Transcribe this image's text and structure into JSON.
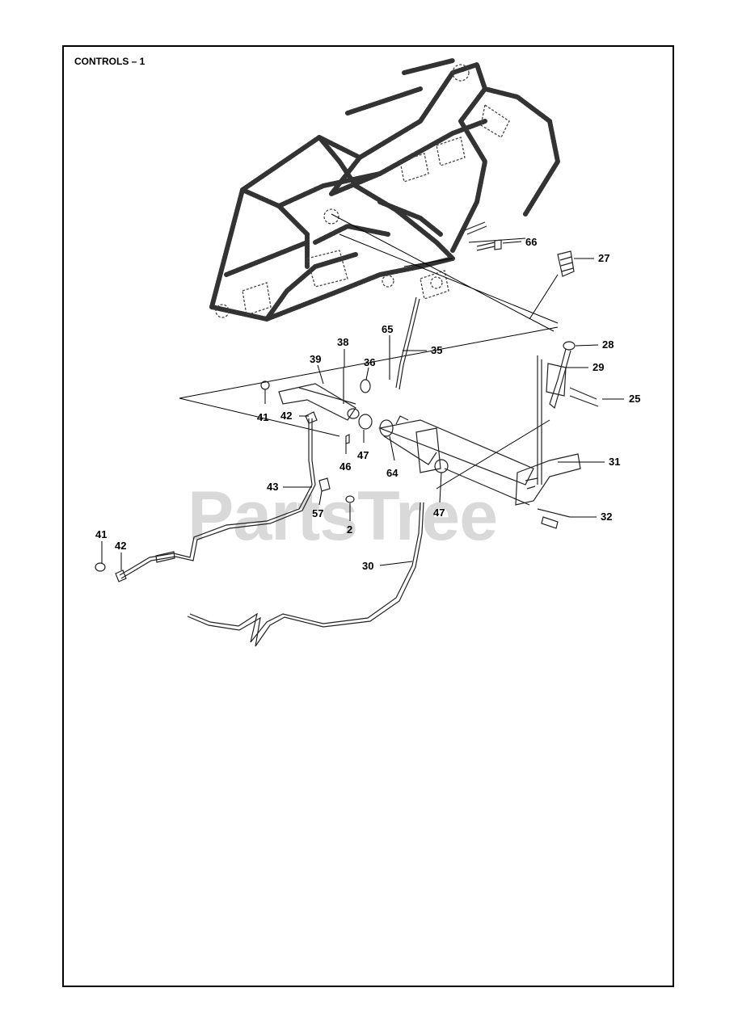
{
  "page": {
    "title": "CONTROLS – 1",
    "watermark": "PartsTree"
  },
  "callouts": [
    {
      "id": "66"
    },
    {
      "id": "27"
    },
    {
      "id": "28"
    },
    {
      "id": "29"
    },
    {
      "id": "25"
    },
    {
      "id": "65"
    },
    {
      "id": "35"
    },
    {
      "id": "38"
    },
    {
      "id": "39"
    },
    {
      "id": "36"
    },
    {
      "id": "41"
    },
    {
      "id": "42"
    },
    {
      "id": "46"
    },
    {
      "id": "47"
    },
    {
      "id": "64"
    },
    {
      "id": "31"
    },
    {
      "id": "43"
    },
    {
      "id": "57"
    },
    {
      "id": "2"
    },
    {
      "id": "47"
    },
    {
      "id": "32"
    },
    {
      "id": "41"
    },
    {
      "id": "42"
    },
    {
      "id": "30"
    }
  ]
}
